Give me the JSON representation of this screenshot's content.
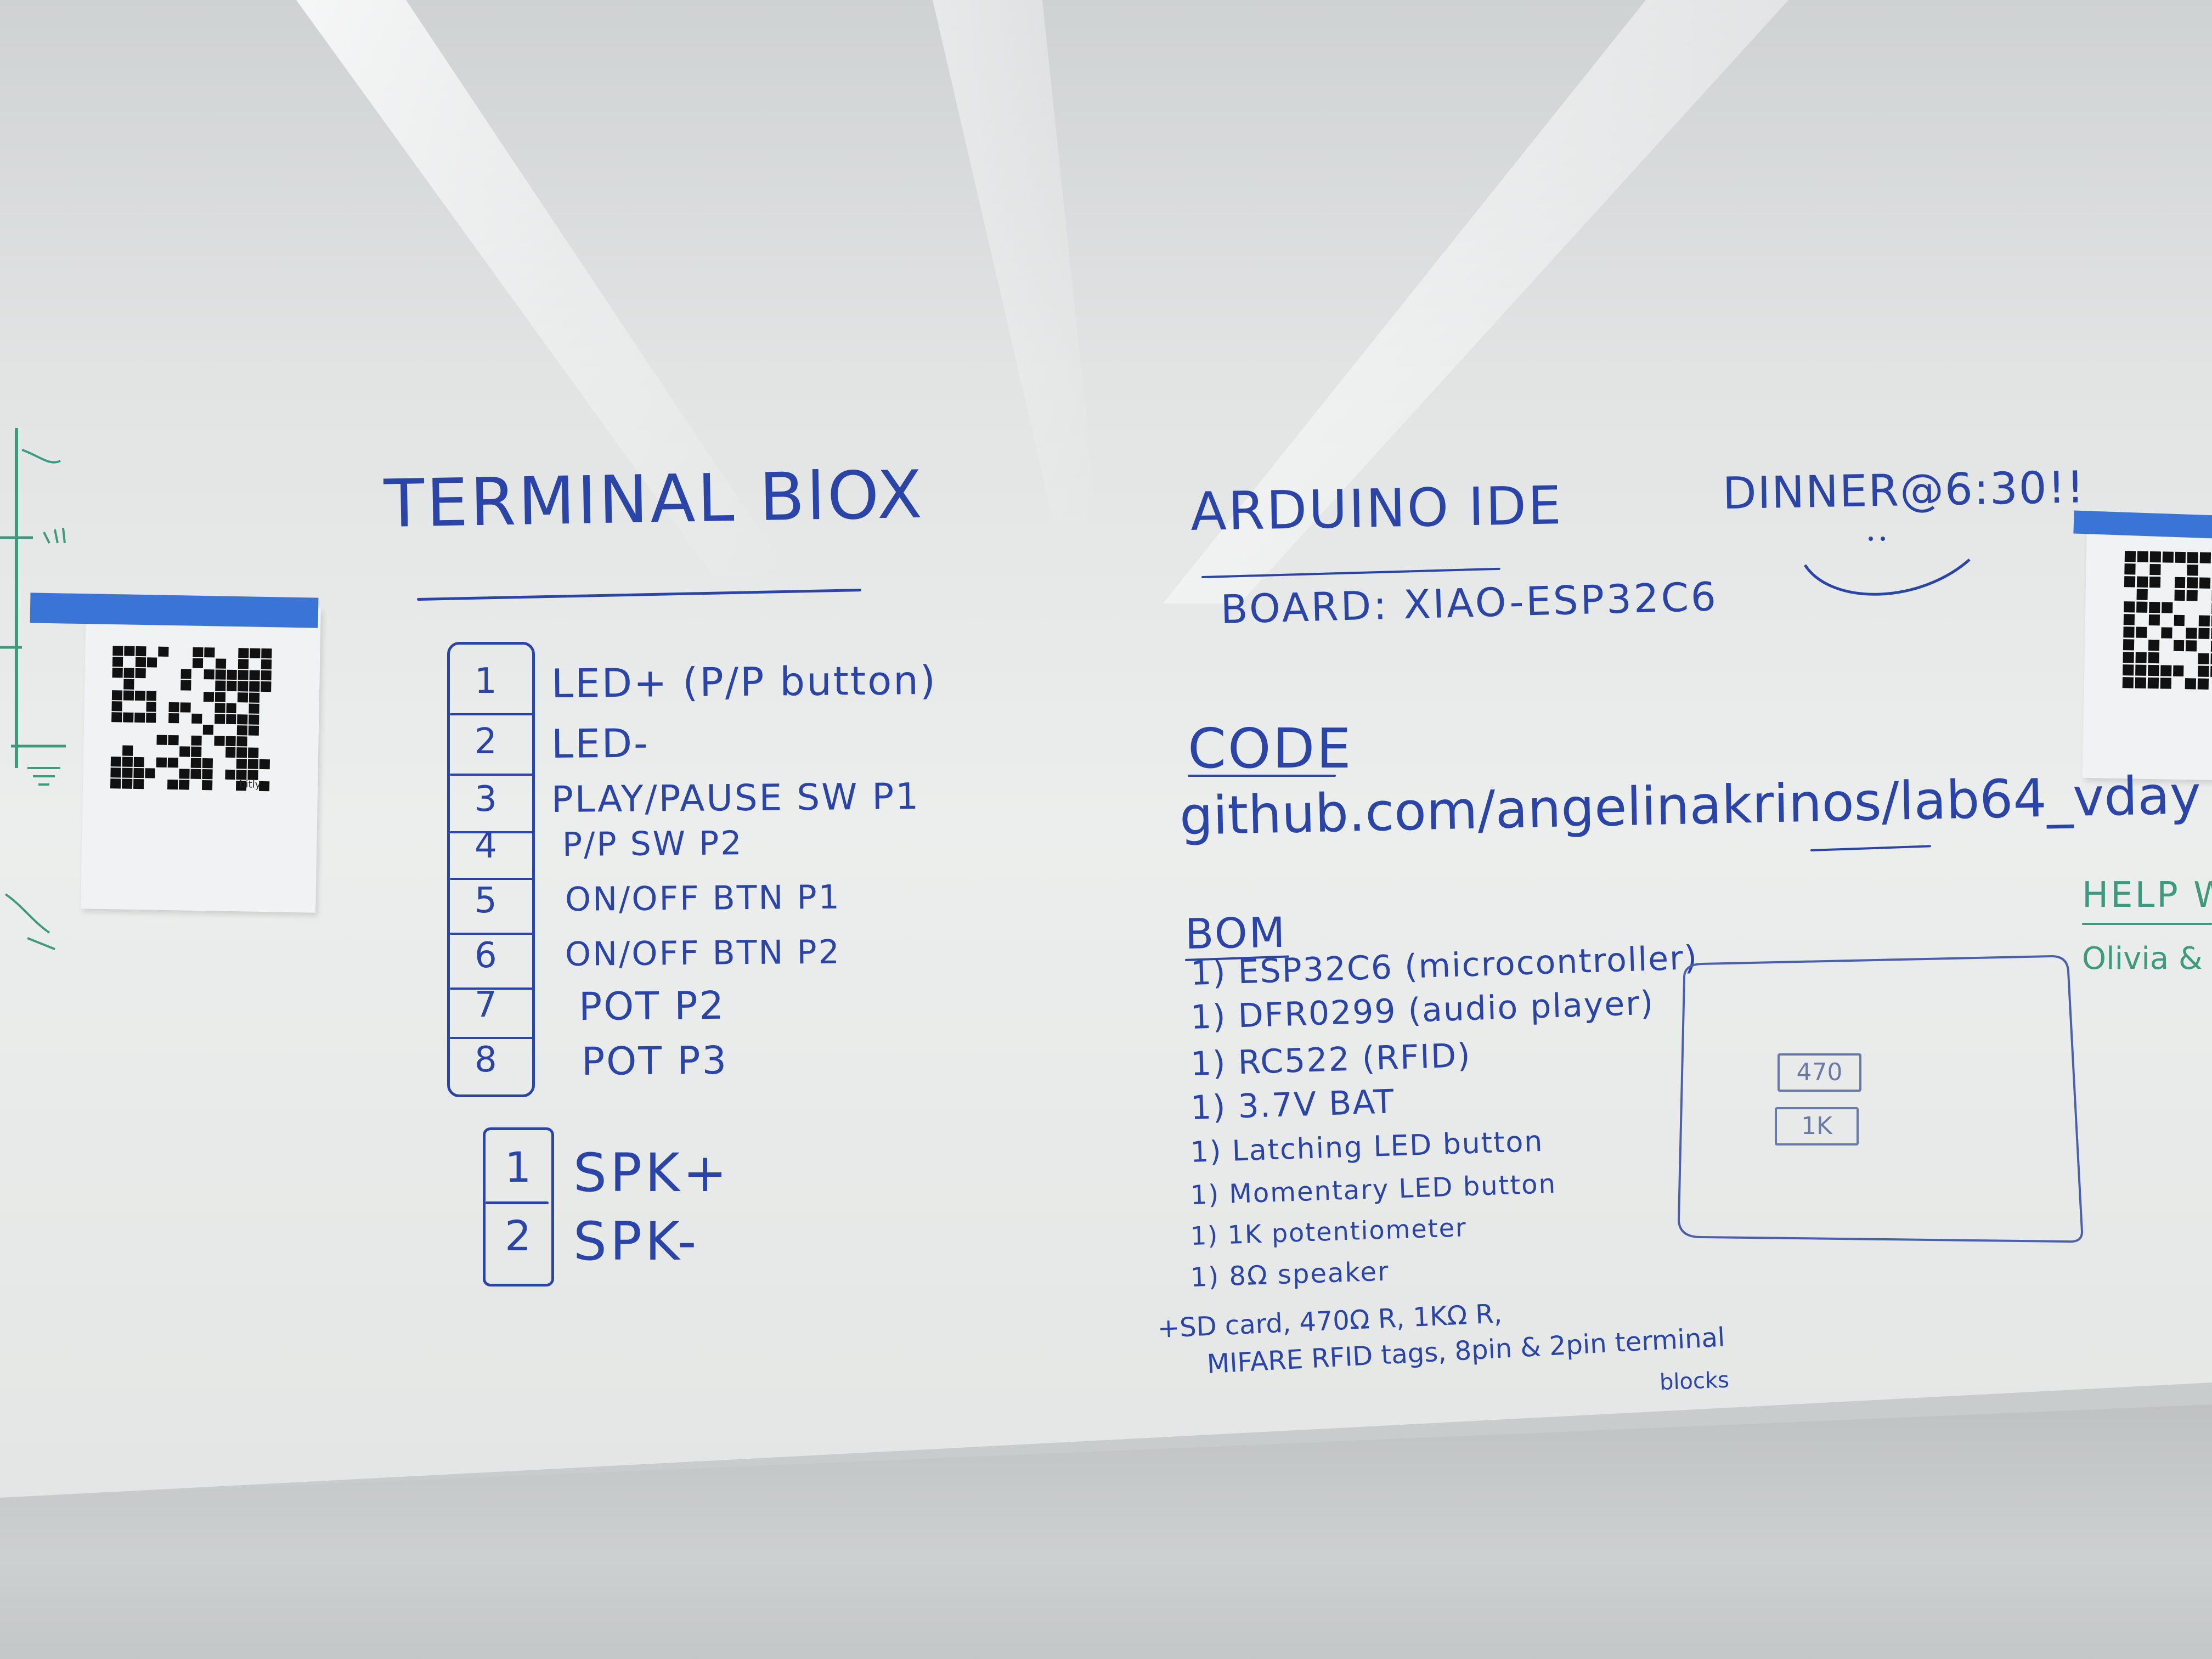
{
  "terminal_block": {
    "title": "TERMINAL BlOX",
    "pins_8": [
      {
        "num": "1",
        "label": "LED+ (P/P button)"
      },
      {
        "num": "2",
        "label": "LED-"
      },
      {
        "num": "3",
        "label": "PLAY/PAUSE SW P1"
      },
      {
        "num": "4",
        "label": "P/P SW P2"
      },
      {
        "num": "5",
        "label": "ON/OFF BTN P1"
      },
      {
        "num": "6",
        "label": "ON/OFF BTN P2"
      },
      {
        "num": "7",
        "label": "POT P2"
      },
      {
        "num": "8",
        "label": "POT P3"
      }
    ],
    "pins_2": [
      {
        "num": "1",
        "label": "SPK+"
      },
      {
        "num": "2",
        "label": "SPK-"
      }
    ]
  },
  "arduino": {
    "title": "ARDUINO IDE",
    "board": "BOARD: XIAO-ESP32C6"
  },
  "dinner": {
    "text": "DINNER@6:30!!"
  },
  "code": {
    "title": "CODE",
    "url": "github.com/angelinakrinos/lab64_vday"
  },
  "bom": {
    "title": "BOM",
    "items": [
      "1) ESP32C6 (microcontroller)",
      "1) DFR0299 (audio player)",
      "1) RC522 (RFID)",
      "1) 3.7V BAT",
      "1) Latching LED button",
      "1) Momentary LED button",
      "1) 1K potentiometer",
      "1) 8Ω speaker"
    ],
    "extra_line_1": "+SD card, 470Ω R, 1KΩ R,",
    "extra_line_2": "MIFARE RFID tags, 8pin & 2pin terminal",
    "extra_line_3": "blocks"
  },
  "sketch": {
    "resistor_1": "470",
    "resistor_2": "1K"
  },
  "right_edge": {
    "help_text": "HELP W",
    "names_text": "Olivia & C"
  },
  "qr_left": {
    "caption": "bitly"
  },
  "colors": {
    "marker_blue": "#2a44a8",
    "marker_green": "#3e9a7c",
    "tape_blue": "#3a74d6"
  }
}
